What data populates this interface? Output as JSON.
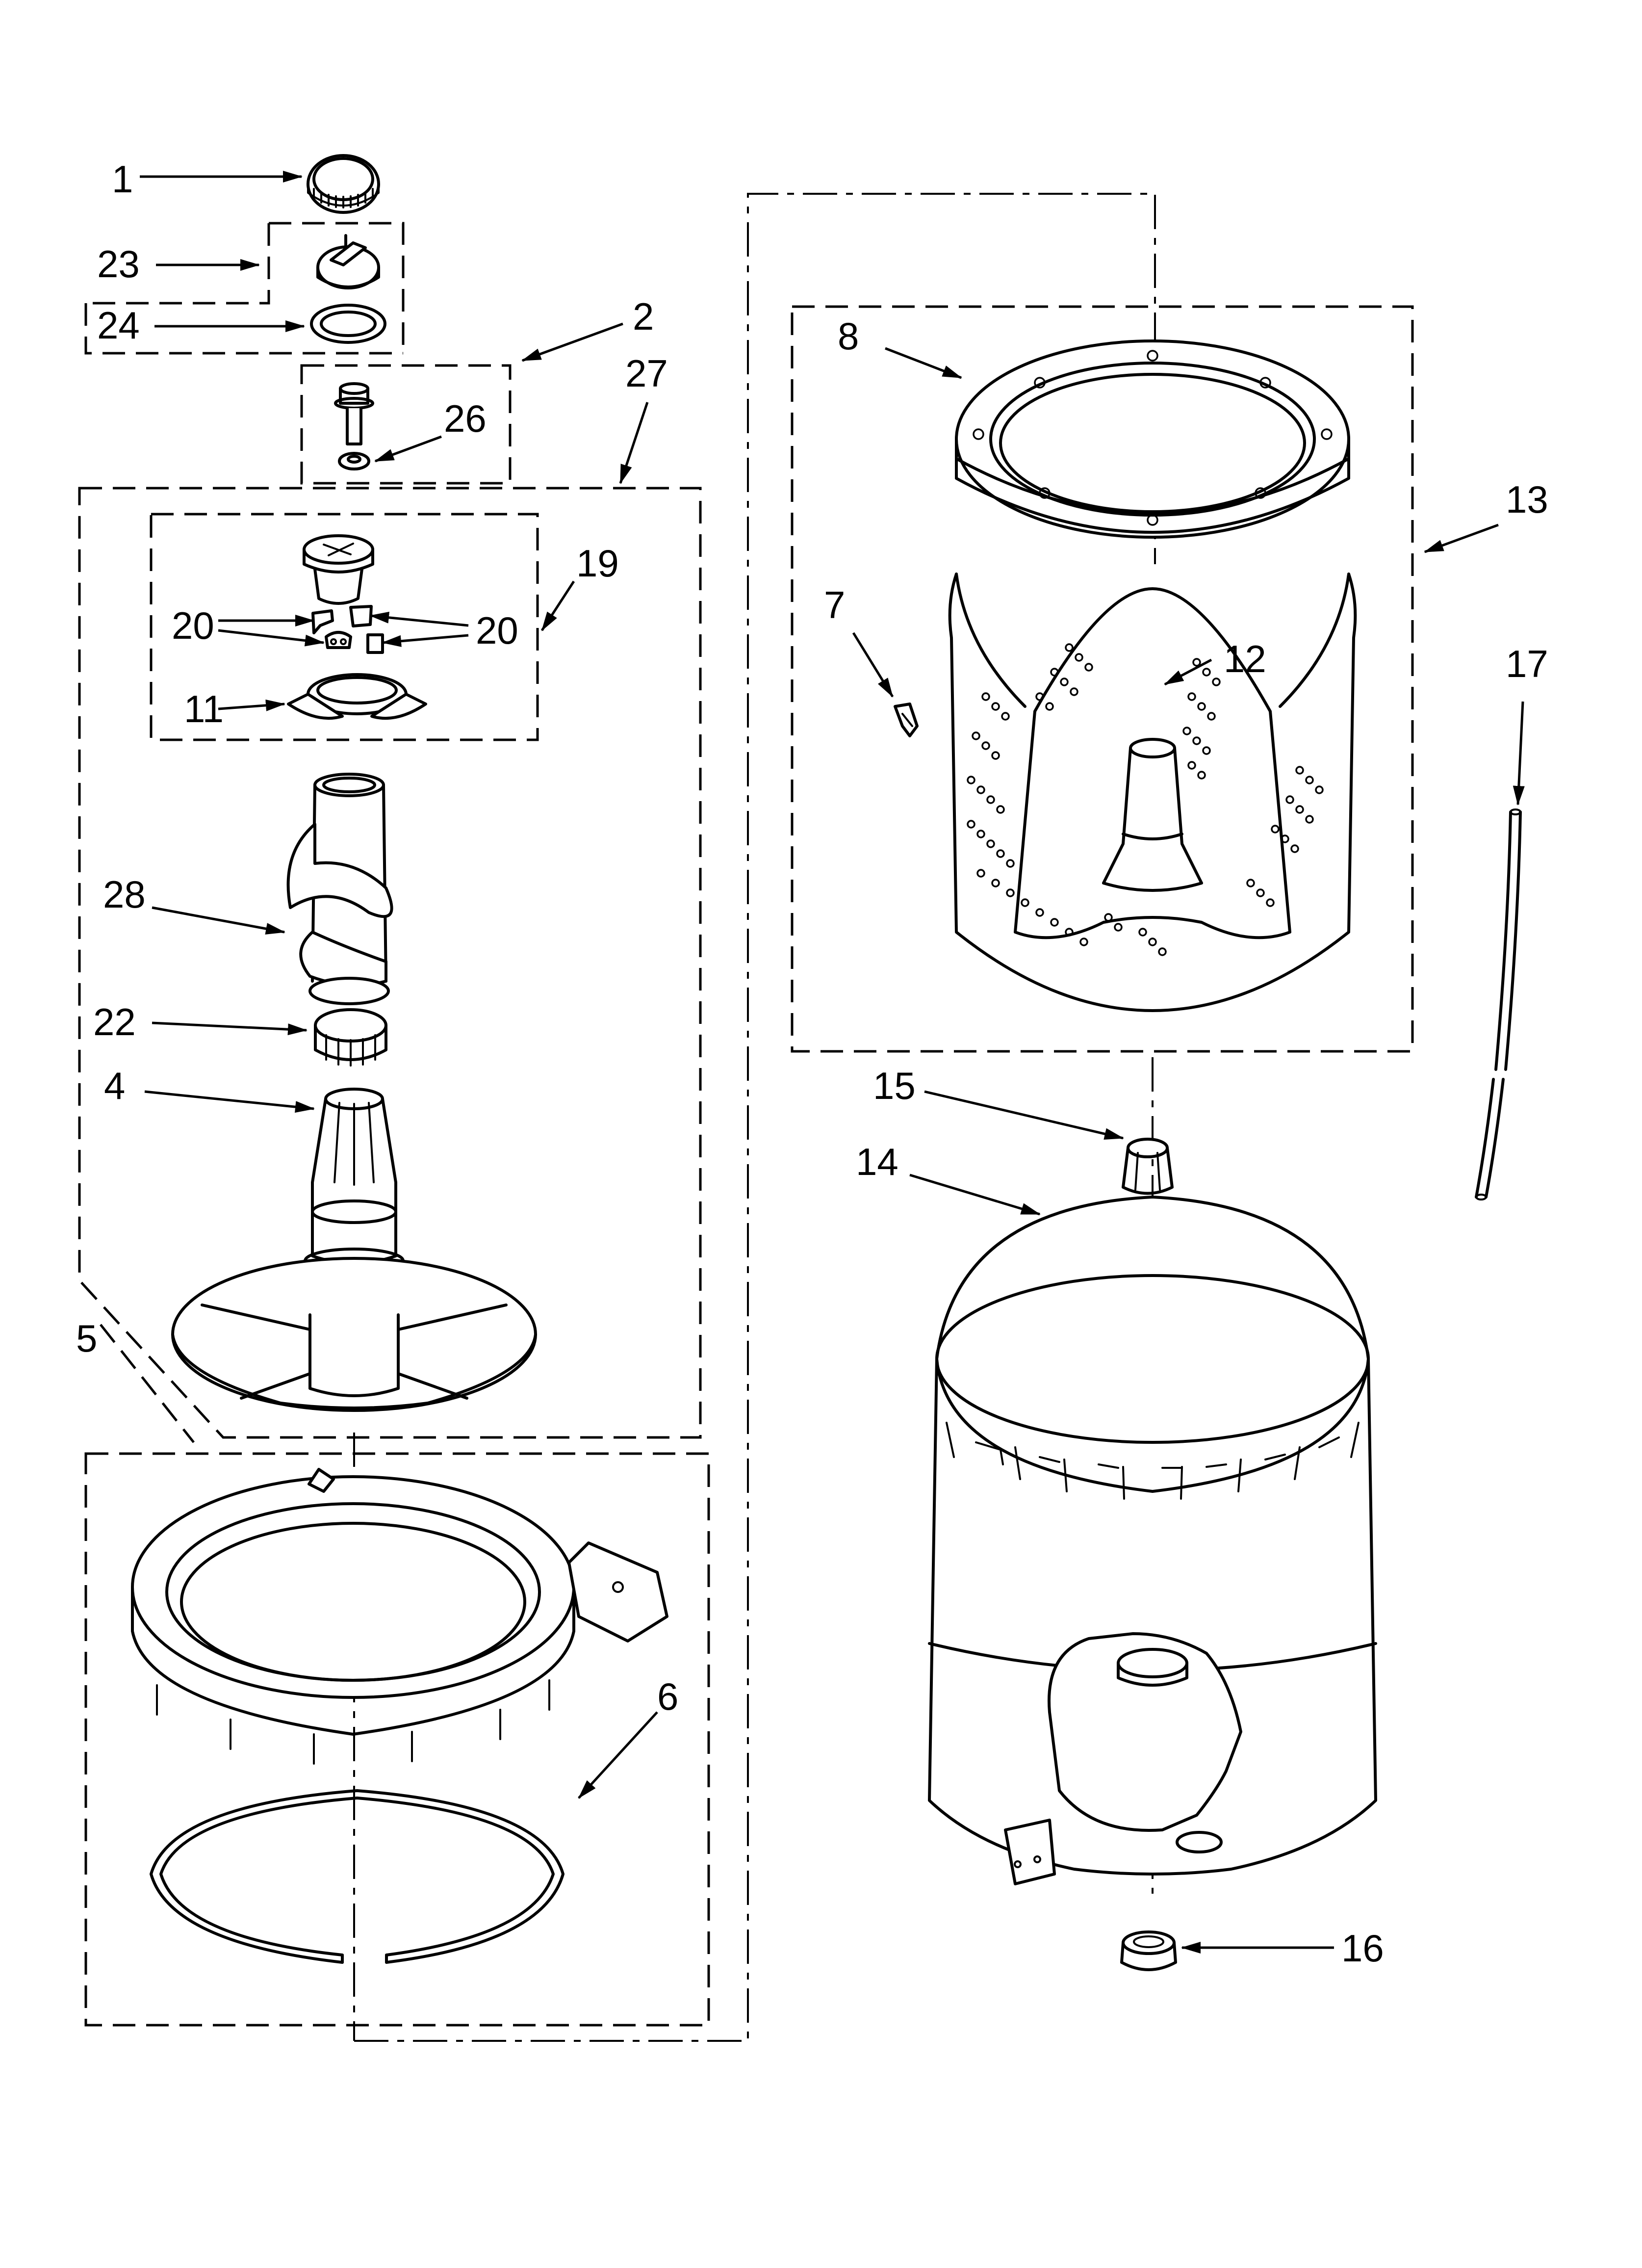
{
  "callouts": {
    "c1": "1",
    "c2": "2",
    "c4": "4",
    "c5": "5",
    "c6": "6",
    "c7": "7",
    "c8": "8",
    "c11": "11",
    "c12": "12",
    "c13": "13",
    "c14": "14",
    "c15": "15",
    "c16": "16",
    "c17": "17",
    "c19": "19",
    "c20a": "20",
    "c20b": "20",
    "c22": "22",
    "c23": "23",
    "c24": "24",
    "c26": "26",
    "c27": "27",
    "c28": "28"
  }
}
